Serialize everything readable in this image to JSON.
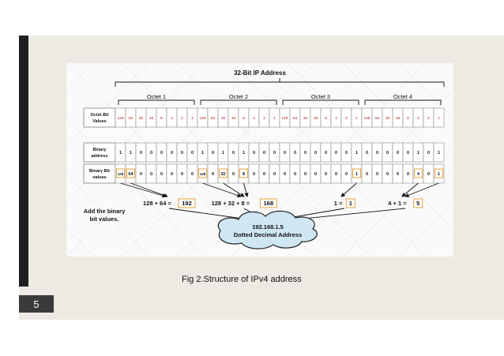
{
  "diagram": {
    "title": "32-Bit IP Address",
    "octets": [
      "Octet 1",
      "Octet 2",
      "Octet 3",
      "Octet 4"
    ],
    "row_labels": {
      "octet_values": [
        "Octet Bit",
        "Values"
      ],
      "binary": [
        "Binary",
        "address"
      ],
      "bit_values": [
        "Binary Bit",
        "values"
      ]
    },
    "bit_weights": [
      "128",
      "64",
      "32",
      "16",
      "8",
      "4",
      "2",
      "1"
    ],
    "binary_rows": [
      [
        "1",
        "1",
        "0",
        "0",
        "0",
        "0",
        "0",
        "0"
      ],
      [
        "1",
        "0",
        "1",
        "0",
        "1",
        "0",
        "0",
        "0"
      ],
      [
        "0",
        "0",
        "0",
        "0",
        "0",
        "0",
        "0",
        "1"
      ],
      [
        "0",
        "0",
        "0",
        "0",
        "0",
        "1",
        "0",
        "1"
      ]
    ],
    "bit_value_rows": [
      [
        "128",
        "64",
        "0",
        "0",
        "0",
        "0",
        "0",
        "0"
      ],
      [
        "128",
        "0",
        "32",
        "0",
        "8",
        "0",
        "0",
        "0"
      ],
      [
        "0",
        "0",
        "0",
        "0",
        "0",
        "0",
        "0",
        "1"
      ],
      [
        "0",
        "0",
        "0",
        "0",
        "0",
        "4",
        "0",
        "1"
      ]
    ],
    "highlight_bits": [
      [
        0,
        1
      ],
      [
        0,
        2,
        4
      ],
      [
        7
      ],
      [
        5,
        7
      ]
    ],
    "sums": [
      {
        "expr": "128 + 64 =",
        "result": "192"
      },
      {
        "expr": "128 + 32 + 8 =",
        "result": "168"
      },
      {
        "expr": "1 =",
        "result": "1"
      },
      {
        "expr": "4 + 1 =",
        "result": "5"
      }
    ],
    "add_note": [
      "Add the binary",
      "bit values."
    ],
    "dotted_address": "192.168.1.5",
    "dotted_label": "Dotted Decimal Address",
    "colors": {
      "highlight": "#e8a33a",
      "cloud": "#cfe7f2",
      "cloud_stroke": "#2b2b2b"
    }
  },
  "caption": "Fig 2.Structure of IPv4 address",
  "slide_number": "5"
}
